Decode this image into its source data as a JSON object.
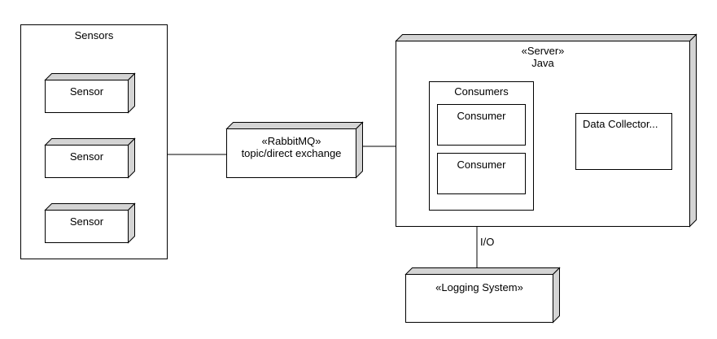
{
  "diagram": {
    "sensors_group": {
      "title": "Sensors"
    },
    "sensors": [
      {
        "label": "Sensor"
      },
      {
        "label": "Sensor"
      },
      {
        "label": "Sensor"
      }
    ],
    "exchange": {
      "stereotype": "«RabbitMQ»",
      "label": "topic/direct exchange"
    },
    "server": {
      "stereotype": "«Server»",
      "label": "Java"
    },
    "consumers_group": {
      "title": "Consumers"
    },
    "consumers": [
      {
        "label": "Consumer"
      },
      {
        "label": "Consumer"
      }
    ],
    "data_collector": {
      "label": "Data Collector..."
    },
    "io_link": {
      "label": "I/O"
    },
    "logging": {
      "label": "«Logging System»"
    }
  }
}
